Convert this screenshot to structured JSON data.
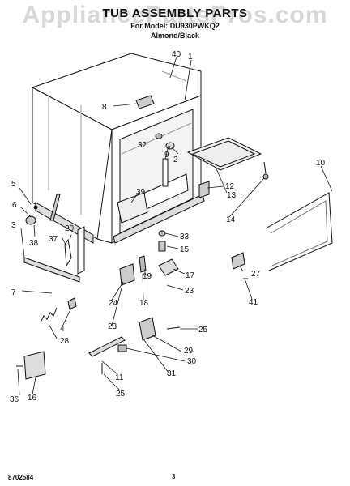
{
  "header": {
    "title": "TUB ASSEMBLY PARTS",
    "model_line": "For Model: DU930PWKQ2",
    "color_line": "Almond/Black"
  },
  "watermark": "AppliancePartsPros.com",
  "footer": {
    "code": "8702584",
    "page_number": "3"
  },
  "callouts": [
    "40",
    "1",
    "8",
    "9",
    "32",
    "2",
    "12",
    "13",
    "14",
    "10",
    "5",
    "6",
    "3",
    "38",
    "37",
    "20",
    "39",
    "33",
    "15",
    "17",
    "27",
    "7",
    "4",
    "28",
    "24",
    "18",
    "19",
    "23",
    "41",
    "25",
    "29",
    "30",
    "31",
    "11",
    "36",
    "16"
  ],
  "colors": {
    "line": "#111111",
    "fill": "#ffffff",
    "shade": "#d9d9d9"
  }
}
